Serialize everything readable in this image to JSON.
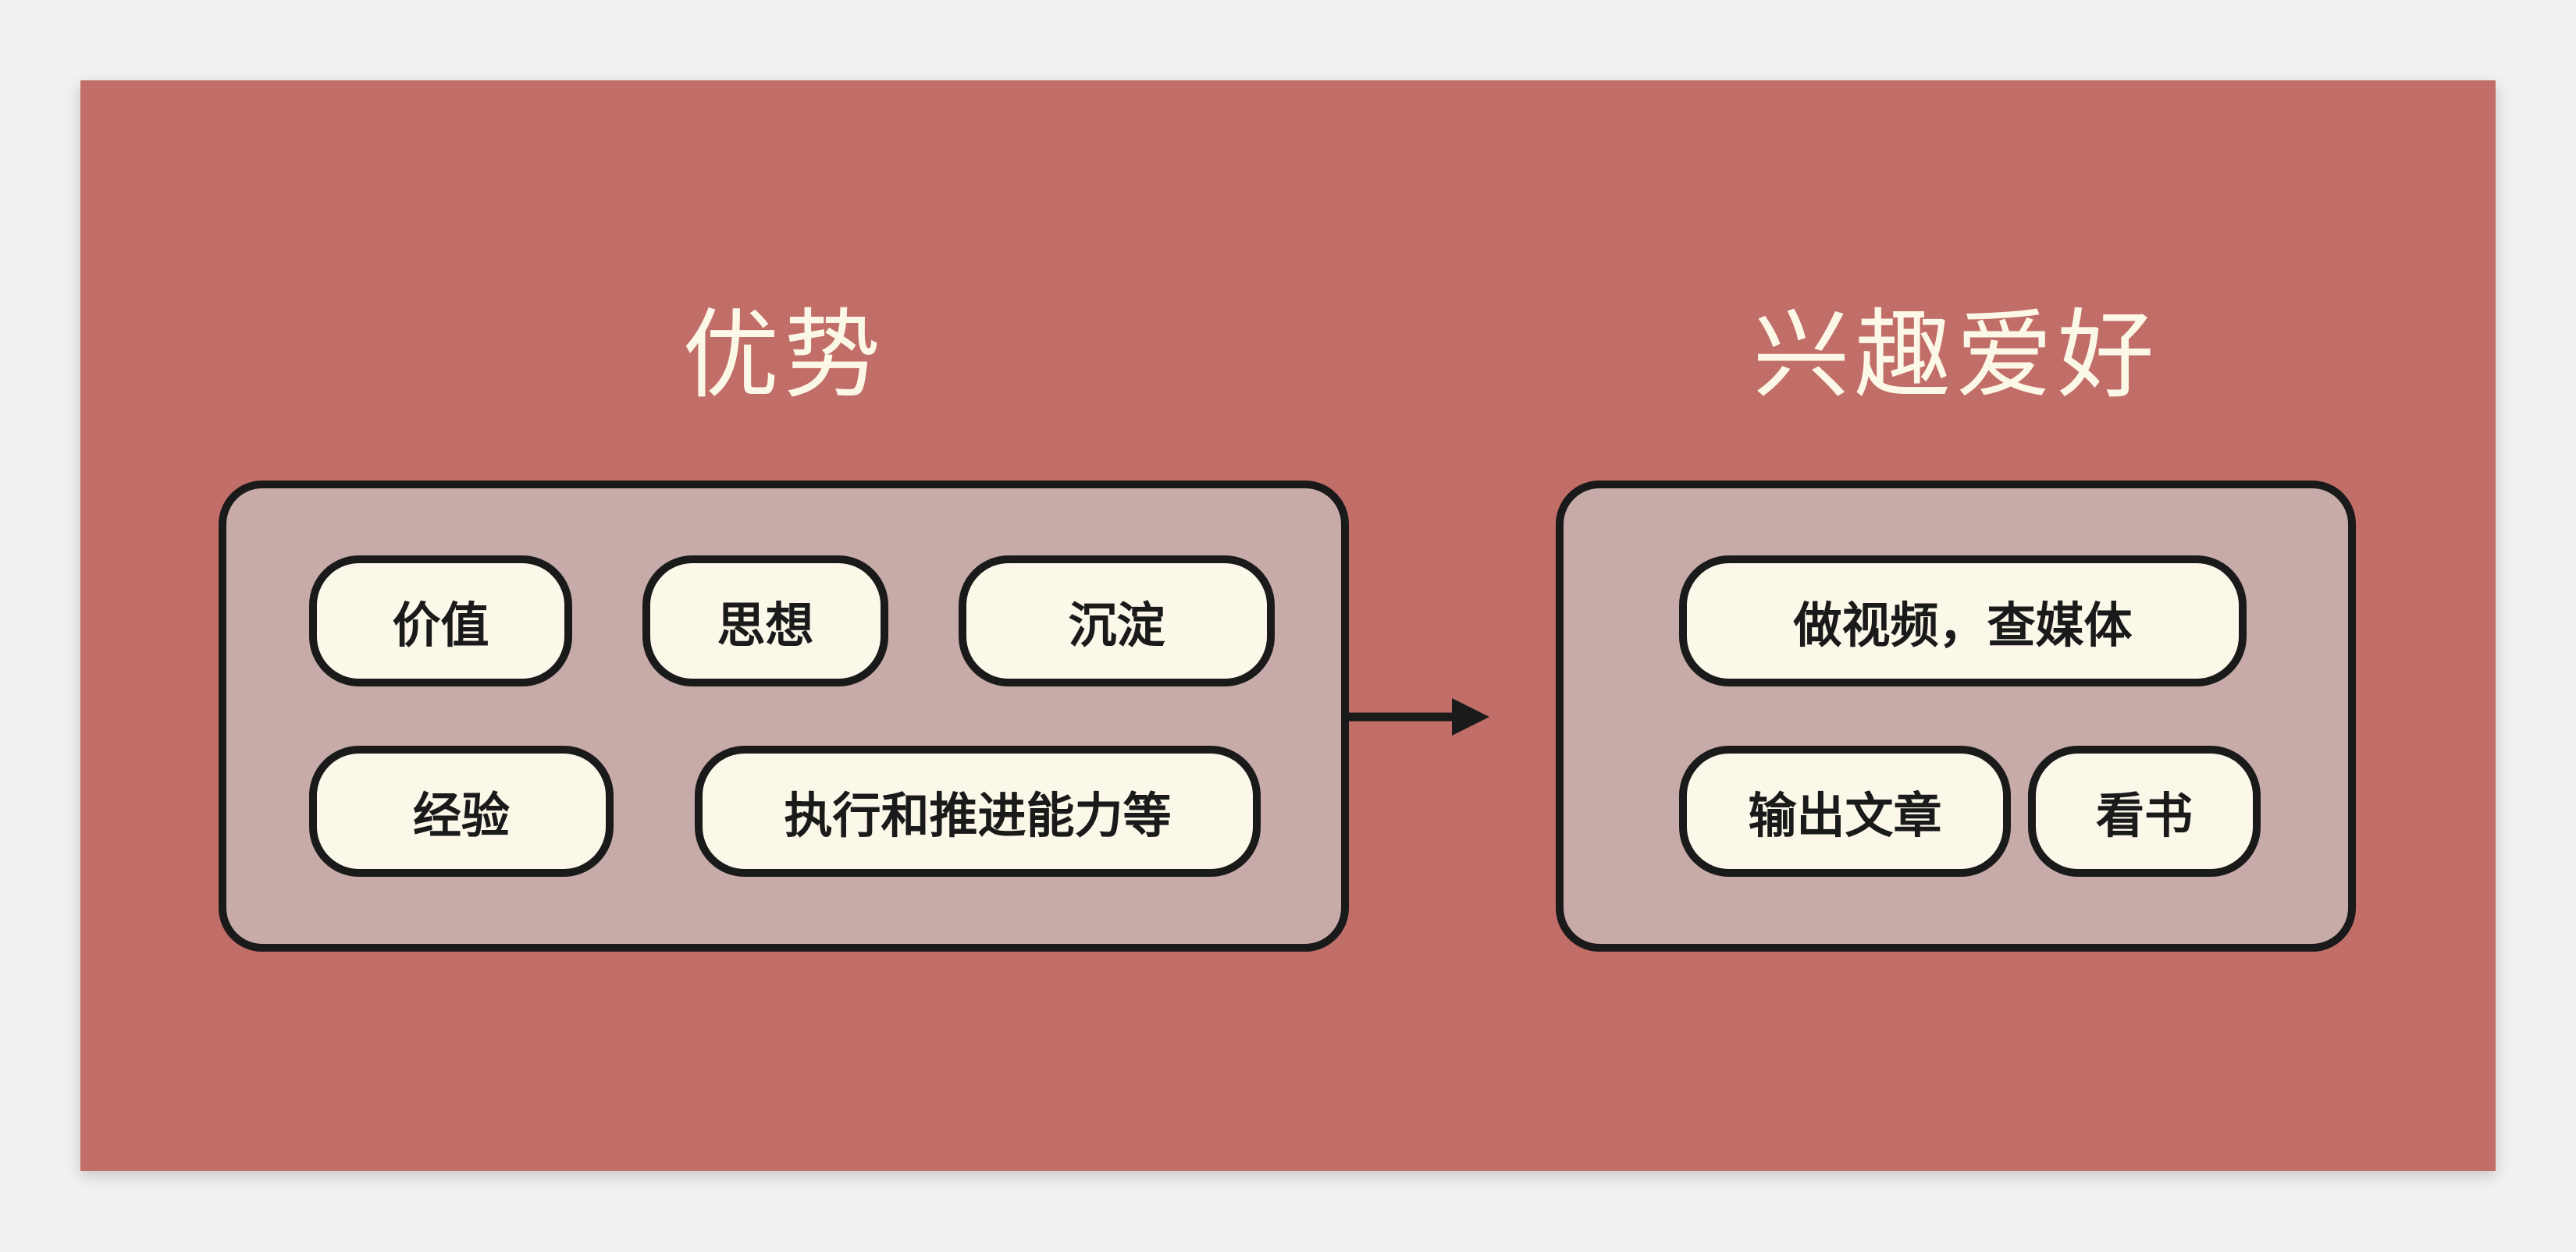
{
  "diagram": {
    "palette": {
      "page_background": "#F1F1F0",
      "board_background": "#C26E68",
      "group_fill": "#C6ABA8",
      "pill_fill": "#FBF8EA",
      "stroke": "#1A1A1A",
      "title_color": "#FCF8E8"
    },
    "sections": [
      {
        "title": "优势",
        "rows": [
          [
            "价值",
            "思想",
            "沉淀"
          ],
          [
            "经验",
            "执行和推进能力等"
          ]
        ]
      },
      {
        "title": "兴趣爱好",
        "rows": [
          [
            "做视频，查媒体"
          ],
          [
            "输出文章",
            "看书"
          ]
        ]
      }
    ],
    "connector": {
      "type": "arrow",
      "direction": "right"
    }
  }
}
